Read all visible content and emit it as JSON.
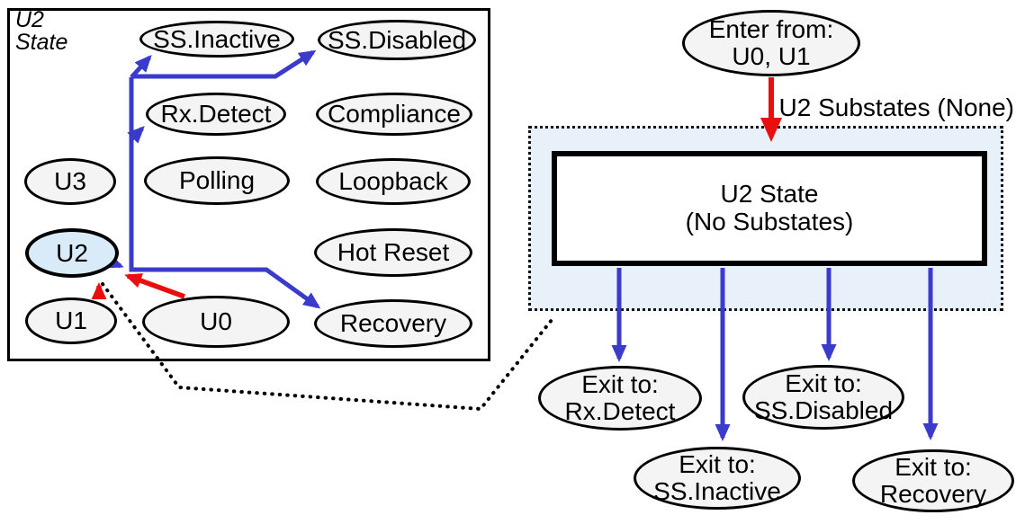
{
  "colors": {
    "blue_arrow": "#3a3acb",
    "red_arrow": "#e90f0f",
    "substate_region_fill": "#e8f0fa",
    "node_fill": "#f4f4f4",
    "u2_node_fill": "#d9eaf9"
  },
  "left_panel": {
    "title": {
      "line1": "U2",
      "line2": "State"
    },
    "states": [
      {
        "id": "ss-inactive",
        "label": "SS.Inactive"
      },
      {
        "id": "ss-disabled",
        "label": "SS.Disabled"
      },
      {
        "id": "rx-detect",
        "label": "Rx.Detect"
      },
      {
        "id": "compliance",
        "label": "Compliance"
      },
      {
        "id": "u3",
        "label": "U3"
      },
      {
        "id": "polling",
        "label": "Polling"
      },
      {
        "id": "loopback",
        "label": "Loopback"
      },
      {
        "id": "u2",
        "label": "U2"
      },
      {
        "id": "hot-reset",
        "label": "Hot Reset"
      },
      {
        "id": "u1",
        "label": "U1"
      },
      {
        "id": "u0",
        "label": "U0"
      },
      {
        "id": "recovery",
        "label": "Recovery"
      }
    ]
  },
  "right_panel": {
    "enter_node": {
      "line1": "Enter from:",
      "line2": "U0, U1"
    },
    "substates_caption": "U2 Substates (None)",
    "state_box": {
      "line1": "U2 State",
      "line2": "(No Substates)"
    },
    "exit_nodes": [
      {
        "id": "exit-rx-detect",
        "line1": "Exit to:",
        "line2": "Rx.Detect"
      },
      {
        "id": "exit-ss-inactive",
        "line1": "Exit to:",
        "line2": "SS.Inactive"
      },
      {
        "id": "exit-ss-disabled",
        "line1": "Exit to:",
        "line2": "SS.Disabled"
      },
      {
        "id": "exit-recovery",
        "line1": "Exit to:",
        "line2": "Recovery"
      }
    ]
  }
}
